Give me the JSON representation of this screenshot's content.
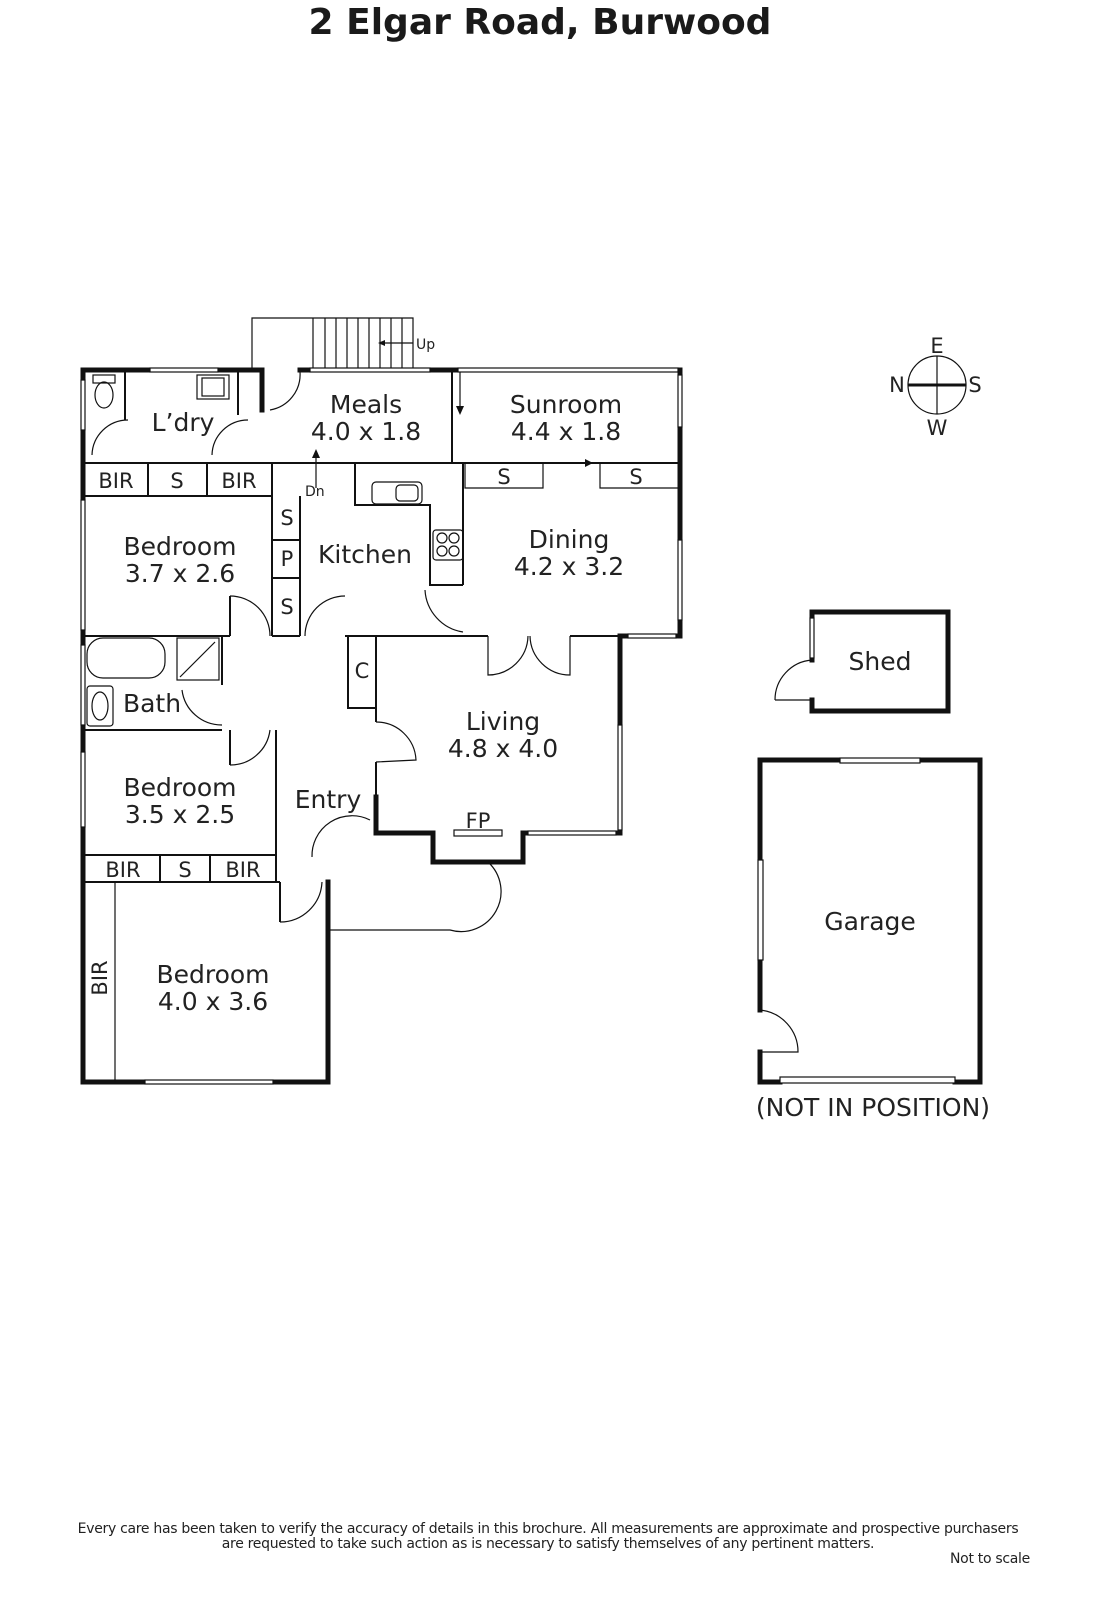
{
  "title": "2 Elgar Road, Burwood",
  "rooms": {
    "laundry": {
      "name": "L’dry"
    },
    "meals": {
      "name": "Meals",
      "size": "4.0 x 1.8"
    },
    "sunroom": {
      "name": "Sunroom",
      "size": "4.4 x 1.8"
    },
    "kitchen": {
      "name": "Kitchen"
    },
    "dining": {
      "name": "Dining",
      "size": "4.2 x 3.2"
    },
    "bedroom1": {
      "name": "Bedroom",
      "size": "3.7 x 2.6"
    },
    "bath": {
      "name": "Bath"
    },
    "living": {
      "name": "Living",
      "size": "4.8 x 4.0"
    },
    "bedroom2": {
      "name": "Bedroom",
      "size": "3.5 x 2.5"
    },
    "entry": {
      "name": "Entry"
    },
    "bedroom3": {
      "name": "Bedroom",
      "size": "4.0 x 3.6"
    },
    "shed": {
      "name": "Shed"
    },
    "garage": {
      "name": "Garage",
      "note": "(NOT IN POSITION)"
    }
  },
  "fixtures": {
    "bir": "BIR",
    "s": "S",
    "p": "P",
    "c": "C",
    "fp": "FP",
    "up": "Up",
    "dn": "Dn"
  },
  "compass": {
    "n": "N",
    "e": "E",
    "s": "S",
    "w": "W"
  },
  "footer": {
    "disclaimer_line1": "Every care has been taken to verify the accuracy of details in this brochure.  All measurements are approximate and prospective purchasers",
    "disclaimer_line2": "are requested to take such action as is necessary to satisfy themselves of any pertinent matters.",
    "scale_note": "Not to scale"
  }
}
